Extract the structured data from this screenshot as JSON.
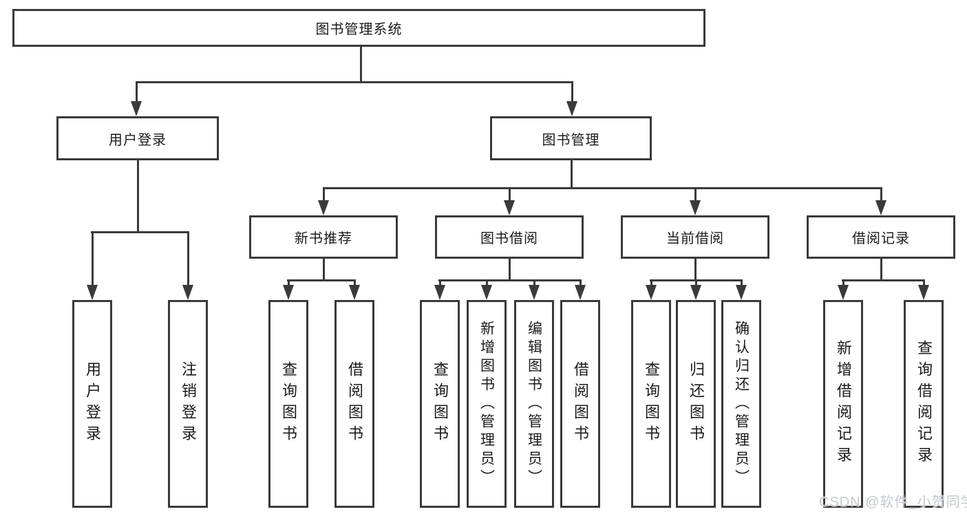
{
  "colors": {
    "line": "#3a3a3a",
    "text": "#1a1a1a",
    "background": "#ffffff",
    "watermark": "#c4c8d0"
  },
  "root": {
    "label": "图书管理系统"
  },
  "level2": [
    {
      "label": "用户登录"
    },
    {
      "label": "图书管理"
    }
  ],
  "level3": [
    {
      "label": "新书推荐"
    },
    {
      "label": "图书借阅"
    },
    {
      "label": "当前借阅"
    },
    {
      "label": "借阅记录"
    }
  ],
  "leafGroups": [
    {
      "parent": "用户登录",
      "items": [
        "用户登录",
        "注销登录"
      ]
    },
    {
      "parent": "新书推荐",
      "items": [
        "查询图书",
        "借阅图书"
      ]
    },
    {
      "parent": "图书借阅",
      "items": [
        "查询图书",
        "新增图书（管理员）",
        "编辑图书（管理员）",
        "借阅图书"
      ]
    },
    {
      "parent": "当前借阅",
      "items": [
        "查询图书",
        "归还图书",
        "确认归还（管理员）"
      ]
    },
    {
      "parent": "借阅记录",
      "items": [
        "新增借阅记录",
        "查询借阅记录"
      ]
    }
  ],
  "watermark": {
    "text": "CSDN @软件_小贺同学"
  }
}
